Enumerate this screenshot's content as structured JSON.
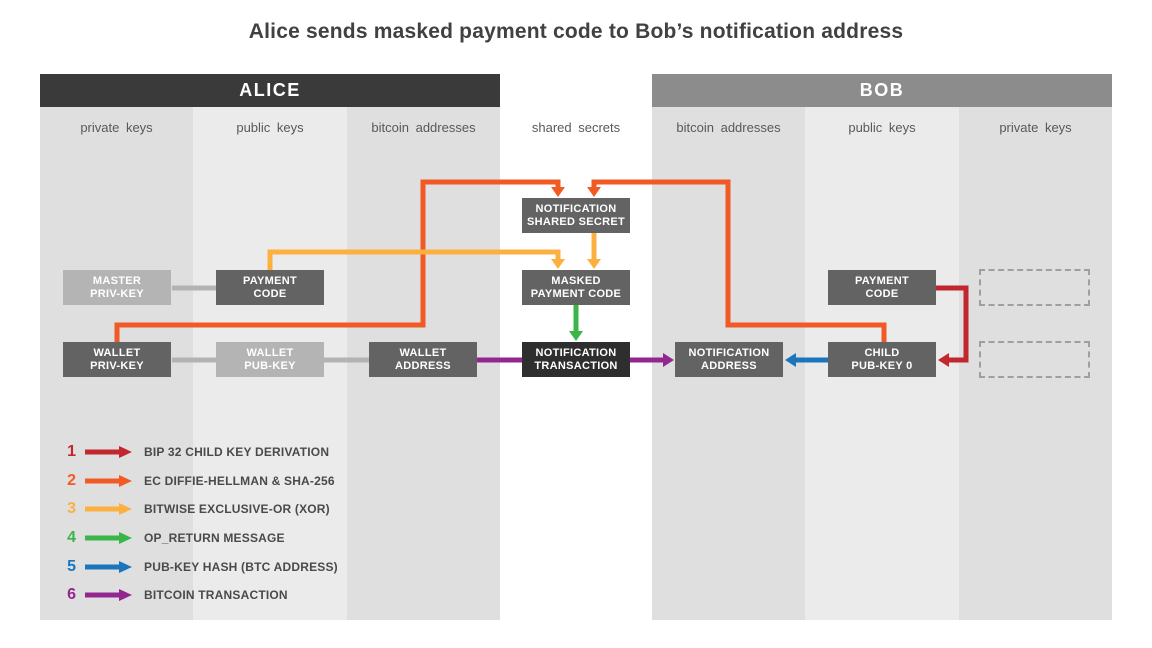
{
  "title": "Alice sends masked payment code to Bob’s notification address",
  "panels": {
    "alice": {
      "header": "ALICE",
      "columns": [
        "private keys",
        "public keys",
        "bitcoin addresses"
      ]
    },
    "bob": {
      "header": "BOB",
      "columns": [
        "bitcoin addresses",
        "public keys",
        "private keys"
      ]
    }
  },
  "shared_column_label": "shared secrets",
  "boxes": {
    "master_priv_key": {
      "line1": "MASTER",
      "line2": "PRIV-KEY"
    },
    "payment_code_alice": {
      "line1": "PAYMENT",
      "line2": "CODE"
    },
    "wallet_priv_key": {
      "line1": "WALLET",
      "line2": "PRIV-KEY"
    },
    "wallet_pub_key": {
      "line1": "WALLET",
      "line2": "PUB-KEY"
    },
    "wallet_address": {
      "line1": "WALLET",
      "line2": "ADDRESS"
    },
    "notification_shared_secret": {
      "line1": "NOTIFICATION",
      "line2": "SHARED SECRET"
    },
    "masked_payment_code": {
      "line1": "MASKED",
      "line2": "PAYMENT CODE"
    },
    "notification_transaction": {
      "line1": "NOTIFICATION",
      "line2": "TRANSACTION"
    },
    "notification_address": {
      "line1": "NOTIFICATION",
      "line2": "ADDRESS"
    },
    "payment_code_bob": {
      "line1": "PAYMENT",
      "line2": "CODE"
    },
    "child_pub_key_0": {
      "line1": "CHILD",
      "line2": "PUB-KEY 0"
    }
  },
  "legend": {
    "items": [
      {
        "num": "1",
        "label": "BIP 32 CHILD KEY DERIVATION",
        "color": "red"
      },
      {
        "num": "2",
        "label": "EC DIFFIE-HELLMAN & SHA-256",
        "color": "orange"
      },
      {
        "num": "3",
        "label": "BITWISE EXCLUSIVE-OR (XOR)",
        "color": "yellow"
      },
      {
        "num": "4",
        "label": "OP_RETURN MESSAGE",
        "color": "green"
      },
      {
        "num": "5",
        "label": "PUB-KEY HASH (BTC ADDRESS)",
        "color": "blue"
      },
      {
        "num": "6",
        "label": "BITCOIN TRANSACTION",
        "color": "purple"
      }
    ]
  },
  "colors": {
    "red": "#c1272d",
    "orange": "#f15a24",
    "yellow": "#fbb040",
    "green": "#39b54a",
    "blue": "#1b75bc",
    "purple": "#92278f",
    "connector": "#b3b3b3"
  }
}
